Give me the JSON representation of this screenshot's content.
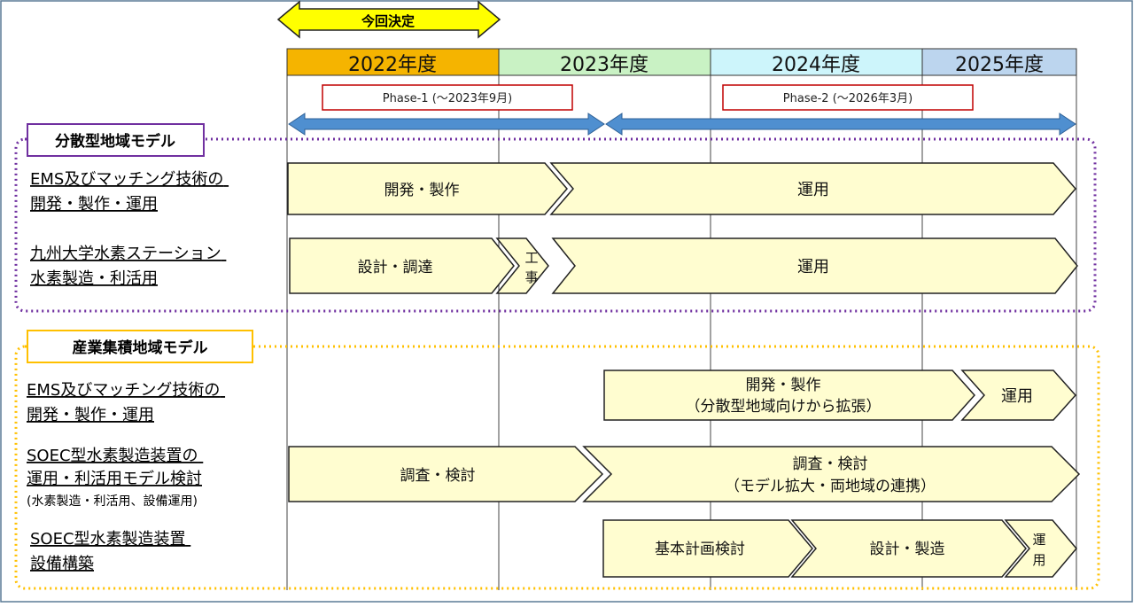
{
  "decision": {
    "label": "今回決定"
  },
  "years": [
    {
      "label": "2022年度",
      "color": "#f5b400"
    },
    {
      "label": "2023年度",
      "color": "#c9f2c4"
    },
    {
      "label": "2024年度",
      "color": "#cdf5fb"
    },
    {
      "label": "2025年度",
      "color": "#bcd5ee"
    }
  ],
  "phases": [
    {
      "label": "Phase-1 (～2023年9月)"
    },
    {
      "label": "Phase-2 (～2026年3月)"
    }
  ],
  "sections": [
    {
      "title": "分散型地域モデル",
      "border_color": "#7030a0",
      "rows": [
        {
          "label_lines": [
            "EMS及びマッチング技術の",
            "開発・製作・運用"
          ],
          "stages": [
            {
              "lines": [
                "開発・製作"
              ]
            },
            {
              "lines": [
                "運用"
              ]
            }
          ]
        },
        {
          "label_lines": [
            "九州大学水素ステーション",
            "水素製造・利活用"
          ],
          "stages": [
            {
              "lines": [
                "設計・調達"
              ]
            },
            {
              "lines": [
                "工",
                "事"
              ]
            },
            {
              "lines": [
                "運用"
              ]
            }
          ]
        }
      ]
    },
    {
      "title": "産業集積地域モデル",
      "border_color": "#ffc000",
      "rows": [
        {
          "label_lines": [
            "EMS及びマッチング技術の",
            "開発・製作・運用"
          ],
          "stages": [
            {
              "lines": [
                "開発・製作",
                "（分散型地域向けから拡張）"
              ]
            },
            {
              "lines": [
                "運用"
              ]
            }
          ]
        },
        {
          "label_lines": [
            "SOEC型水素製造装置の",
            "運用・利活用モデル検討"
          ],
          "note": "(水素製造・利活用、設備運用)",
          "stages": [
            {
              "lines": [
                "調査・検討"
              ]
            },
            {
              "lines": [
                "調査・検討",
                "（モデル拡大・両地域の連携）"
              ]
            }
          ]
        },
        {
          "label_lines": [
            "SOEC型水素製造装置",
            "設備構築"
          ],
          "stages": [
            {
              "lines": [
                "基本計画検討"
              ]
            },
            {
              "lines": [
                "設計・製造"
              ]
            },
            {
              "lines": [
                "運",
                "用"
              ]
            }
          ]
        }
      ]
    }
  ],
  "colors": {
    "chevron_fill": "#fffdd0",
    "phase_arrow": "#4f8fd0",
    "phase_box_border": "#c00000",
    "frame": "#5a7a96"
  }
}
